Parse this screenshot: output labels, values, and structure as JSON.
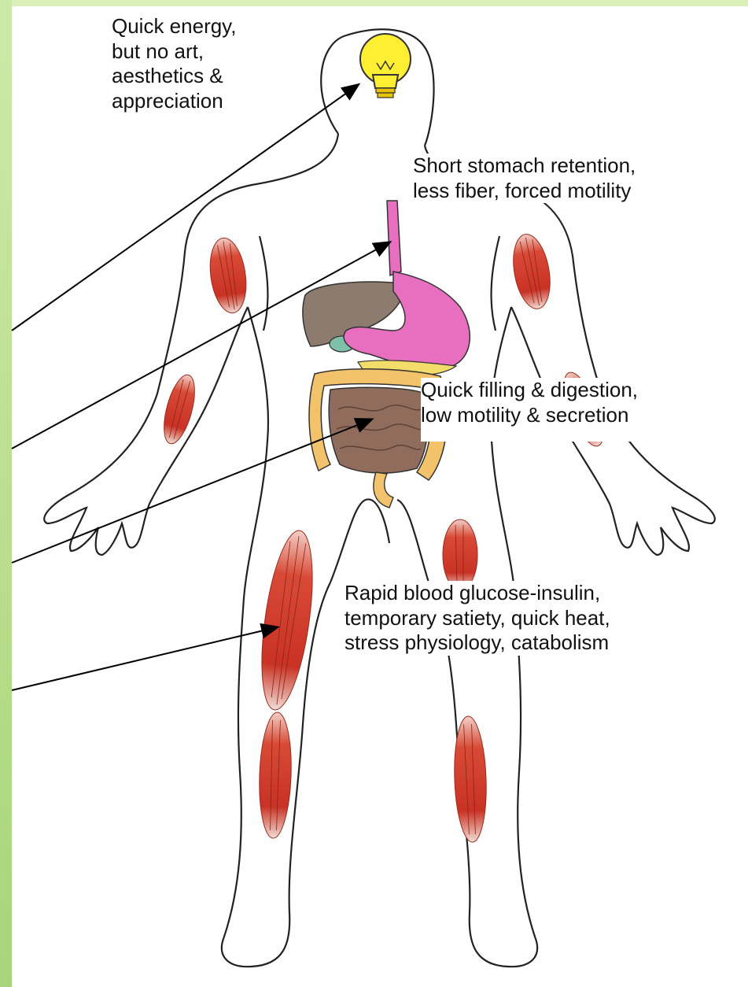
{
  "annotations": {
    "brain": "Quick energy,\nbut no art,\naesthetics &\nappreciation",
    "stomach": "Short stomach retention,\nless fiber, forced motility",
    "intestine": "Quick filling & digestion,\nlow motility & secretion",
    "muscle": "Rapid blood glucose-insulin,\ntemporary satiety, quick heat,\nstress physiology, catabolism"
  },
  "icons": {
    "brain": "light-bulb-icon",
    "muscle": "muscle-icon"
  },
  "colors": {
    "background_strip": "#a9d57a",
    "bulb": "#ffef33",
    "stomach": "#e86fc0",
    "liver": "#8d7b6f",
    "intestine": "#8f6c5c",
    "colon": "#f2c36a",
    "muscle": "#d23a2a"
  }
}
